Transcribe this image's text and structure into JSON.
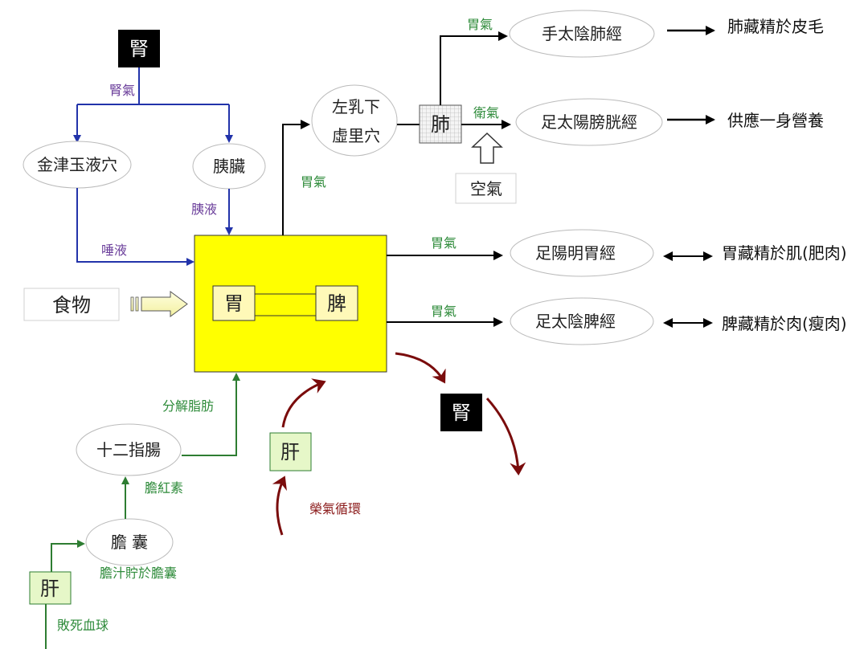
{
  "nodes": {
    "kidney_top": "腎",
    "kidney_right": "腎",
    "jinjin": "金津玉液穴",
    "pancreas": "胰臟",
    "zuoru_line1": "左乳下",
    "zuoru_line2": "虛里穴",
    "lung": "肺",
    "air": "空氣",
    "food": "食物",
    "stomach": "胃",
    "spleen": "脾",
    "liver_mid": "肝",
    "liver_bottom": "肝",
    "duodenum": "十二指腸",
    "gallbladder": "膽 囊",
    "meridian_lung": "手太陰肺經",
    "meridian_bladder": "足太陽膀胱經",
    "meridian_stomach": "足陽明胃經",
    "meridian_spleen": "足太陰脾經"
  },
  "outputs": {
    "lung_out": "肺藏精於皮毛",
    "bladder_out": "供應一身營養",
    "stomach_out": "胃藏精於肌(肥肉)",
    "spleen_out": "脾藏精於肉(瘦肉)"
  },
  "labels": {
    "kidney_qi": "腎氣",
    "pancreatic_juice": "胰液",
    "saliva": "唾液",
    "stomach_qi_up": "胃氣",
    "stomach_qi_lung": "胃氣",
    "wei_qi": "衛氣",
    "stomach_qi_mid": "胃氣",
    "stomach_qi_low": "胃氣",
    "fat_breakdown": "分解脂肪",
    "bilirubin": "膽紅素",
    "bile_storage": "膽汁貯於膽囊",
    "dead_blood": "敗死血球",
    "ying_qi": "榮氣循環"
  },
  "colors": {
    "purple_line": "#2233aa",
    "purple_text": "#6a3d9a",
    "green": "#2e7d32",
    "dark_red": "#7a0c0c",
    "yellow_box": "#ffff00",
    "light_green_box": "#e6f7c8"
  }
}
